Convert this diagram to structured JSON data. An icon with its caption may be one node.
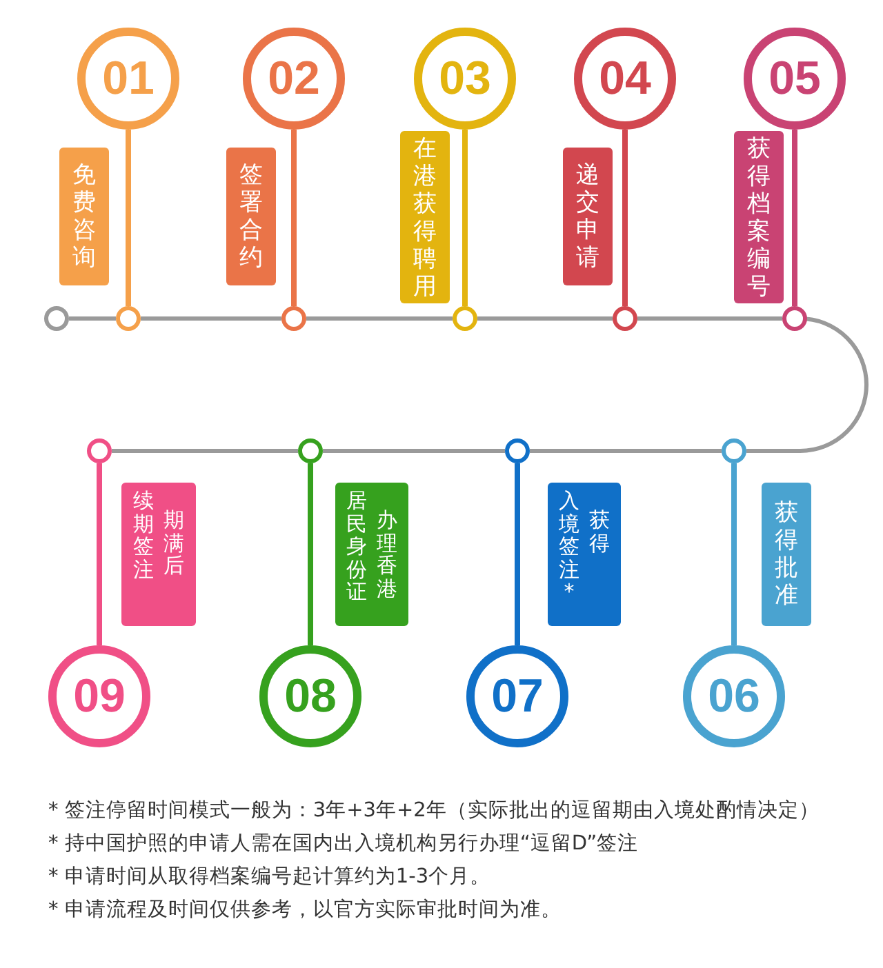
{
  "diagram": {
    "nodes": [
      {
        "text": [],
        "shape": "circle"
      },
      {
        "text": [
          "01"
        ]
      },
      {
        "text": [
          "免费咨询"
        ]
      },
      {
        "text": [],
        "shape": "circle"
      },
      {
        "text": [
          "02"
        ]
      },
      {
        "text": [
          "签署合约"
        ]
      },
      {
        "text": [],
        "shape": "circle"
      },
      {
        "text": [
          "03"
        ]
      },
      {
        "text": [
          "在港获得聘用"
        ]
      },
      {
        "text": [],
        "shape": "circle"
      },
      {
        "text": [
          "04"
        ]
      },
      {
        "text": [
          "递交申请"
        ]
      },
      {
        "text": [],
        "shape": "circle"
      },
      {
        "text": [
          "05"
        ]
      },
      {
        "text": [
          "获得档案编号"
        ]
      },
      {
        "text": [],
        "shape": "circle"
      },
      {
        "text": [
          "06"
        ]
      },
      {
        "text": [
          "获得批准"
        ]
      },
      {
        "text": [],
        "shape": "circle"
      },
      {
        "text": [
          "07"
        ]
      },
      {
        "text": [
          "入境签注*",
          "获得"
        ]
      },
      {
        "text": [],
        "shape": "circle"
      },
      {
        "text": [
          "08"
        ]
      },
      {
        "text": [
          "居民身份证",
          "办理香港"
        ]
      },
      {
        "text": [],
        "shape": "circle"
      },
      {
        "text": [
          "09"
        ]
      },
      {
        "text": [
          "续期签注",
          "期满后"
        ]
      },
      {
        "text": [],
        "shape": "circle"
      }
    ],
    "edges": [
      {
        "from": 0,
        "to": 3,
        "arrow": "none",
        "color": "#9a9a9a"
      },
      {
        "from": 3,
        "to": 6,
        "arrow": "none",
        "color": "#9a9a9a"
      },
      {
        "from": 6,
        "to": 9,
        "arrow": "none",
        "color": "#9a9a9a"
      },
      {
        "from": 9,
        "to": 12,
        "arrow": "none",
        "color": "#9a9a9a"
      },
      {
        "from": 12,
        "to": 15,
        "arrow": "none",
        "color": "#9a9a9a"
      },
      {
        "from": 15,
        "to": 18,
        "arrow": "none",
        "color": "#9a9a9a"
      },
      {
        "from": 18,
        "to": 21,
        "arrow": "none",
        "color": "#9a9a9a"
      },
      {
        "from": 21,
        "to": 24,
        "arrow": "none",
        "color": "#9a9a9a"
      },
      {
        "from": 24,
        "to": 27,
        "arrow": "none",
        "color": "#9a9a9a"
      },
      {
        "from": 1,
        "to": 3,
        "arrow": "none",
        "color": "#f5a04a"
      },
      {
        "from": 4,
        "to": 6,
        "arrow": "none",
        "color": "#ea7448"
      },
      {
        "from": 7,
        "to": 9,
        "arrow": "none",
        "color": "#e3b40f"
      },
      {
        "from": 10,
        "to": 12,
        "arrow": "none",
        "color": "#d2474f"
      },
      {
        "from": 13,
        "to": 15,
        "arrow": "none",
        "color": "#c94373"
      },
      {
        "from": 16,
        "to": 18,
        "arrow": "none",
        "color": "#4aa3d0"
      },
      {
        "from": 19,
        "to": 21,
        "arrow": "none",
        "color": "#1070c8"
      },
      {
        "from": 22,
        "to": 24,
        "arrow": "none",
        "color": "#36a11e"
      },
      {
        "from": 25,
        "to": 27,
        "arrow": "none",
        "color": "#f04f86"
      }
    ],
    "labels": [
      "* 签注停留时间模式一般为：3年+3年+2年（实际批出的逗留期由入境处酌情决定）",
      "* 持中国护照的申请人需在国内出入境机构另行办理“逗留D”签注",
      "* 申请时间从取得档案编号起计算约为1-3个月。",
      "* 申请流程及时间仅供参考，以官方实际审批时间为准。"
    ]
  }
}
